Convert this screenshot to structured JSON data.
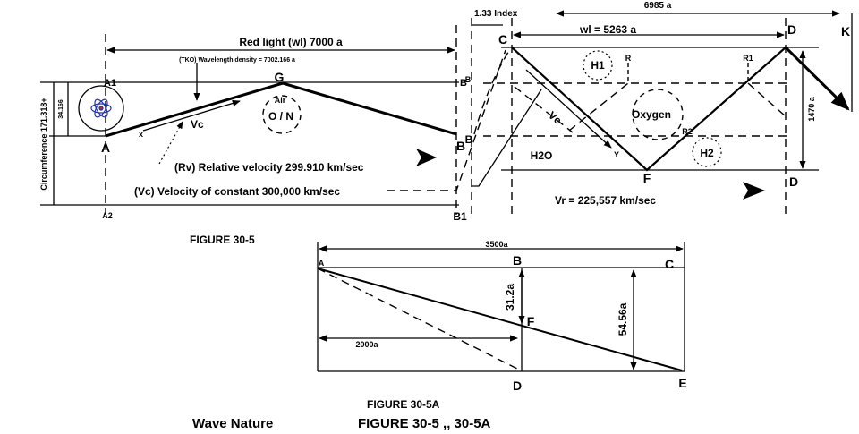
{
  "figure_30_5": {
    "red_light": "Red light (wl)  7000 a",
    "wavelength_density": "(TKO)  Wavelength  density = 7002.166 a",
    "circumference": "Circumference 171.318+",
    "radius": "34.166",
    "labels": {
      "A1": "A1",
      "A": "A",
      "A2": "A2",
      "G": "G",
      "B_top": "B",
      "B": "B",
      "B1": "B1",
      "x": "x",
      "vc": "Vc"
    },
    "air": "Air",
    "o_n": "O / N",
    "relative_velocity": "(Rv) Relative velocity  299.910 km/sec",
    "constant_velocity": "(Vc) Velocity of constant  300,000 km/sec",
    "caption": "FIGURE 30-5"
  },
  "water": {
    "index": "1.33  Index",
    "total": "6985 a",
    "wl": "wl  = 5263 a",
    "depth": "1470 a",
    "labels": {
      "C": "C",
      "D_top": "D",
      "K": "K",
      "B_top": "B",
      "B": "B",
      "R": "R",
      "R1": "R1",
      "R2": "R2",
      "F": "F",
      "D": "D",
      "H1": "H1",
      "H2": "H2",
      "H2O": "H2O",
      "oxygen": "Oxygen",
      "vc": "Vc",
      "y": "Y"
    },
    "vr": "Vr = 225,557 km/sec"
  },
  "figure_30_5a": {
    "width": "3500a",
    "half": "2000a",
    "bf": "31.2a",
    "ce": "54.56a",
    "labels": {
      "A": "A",
      "B": "B",
      "C": "C",
      "D": "D",
      "E": "E",
      "F": "F"
    },
    "caption": "FIGURE 30-5A"
  },
  "footer": {
    "title": "Wave Nature",
    "figures": "FIGURE 30-5 ,, 30-5A"
  }
}
